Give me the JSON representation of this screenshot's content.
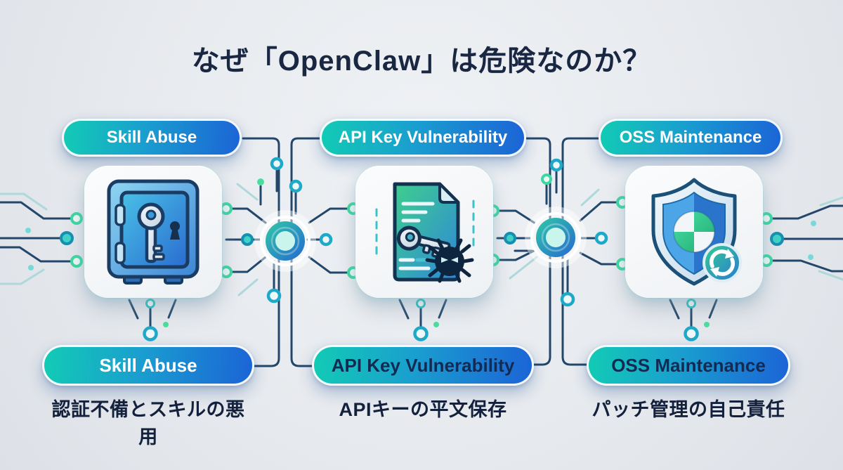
{
  "title": "なぜ「OpenClaw」は危険なのか？",
  "columns": [
    {
      "key": "skill-abuse",
      "top_label": "Skill Abuse",
      "icon": "safe-key-icon",
      "bottom_label": "Skill Abuse",
      "caption": "認証不備とスキルの悪用"
    },
    {
      "key": "api-key-vulnerability",
      "top_label": "API Key Vulnerability",
      "icon": "document-key-bug-icon",
      "bottom_label": "API Key Vulnerability",
      "caption": "APIキーの平文保存"
    },
    {
      "key": "oss-maintenance",
      "top_label": "OSS Maintenance",
      "icon": "shield-refresh-icon",
      "bottom_label": "OSS Maintenance",
      "caption": "パッチ管理の自己責任"
    }
  ],
  "colors": {
    "background": "#e8ebef",
    "title_text": "#1a2742",
    "caption_text": "#14213c",
    "pill_gradient_start": "#12cbb5",
    "pill_gradient_end": "#1b64d6",
    "pill_text_light": "#ffffff",
    "pill_text_dark": "#132a52",
    "circuit_line_dark": "#23476b",
    "circuit_line_light": "#aed8da",
    "ring_teal": "#1fa9c9",
    "ring_green": "#3bd9a1",
    "node_gradient_start": "#2fc9a8",
    "node_gradient_end": "#2668d0"
  }
}
